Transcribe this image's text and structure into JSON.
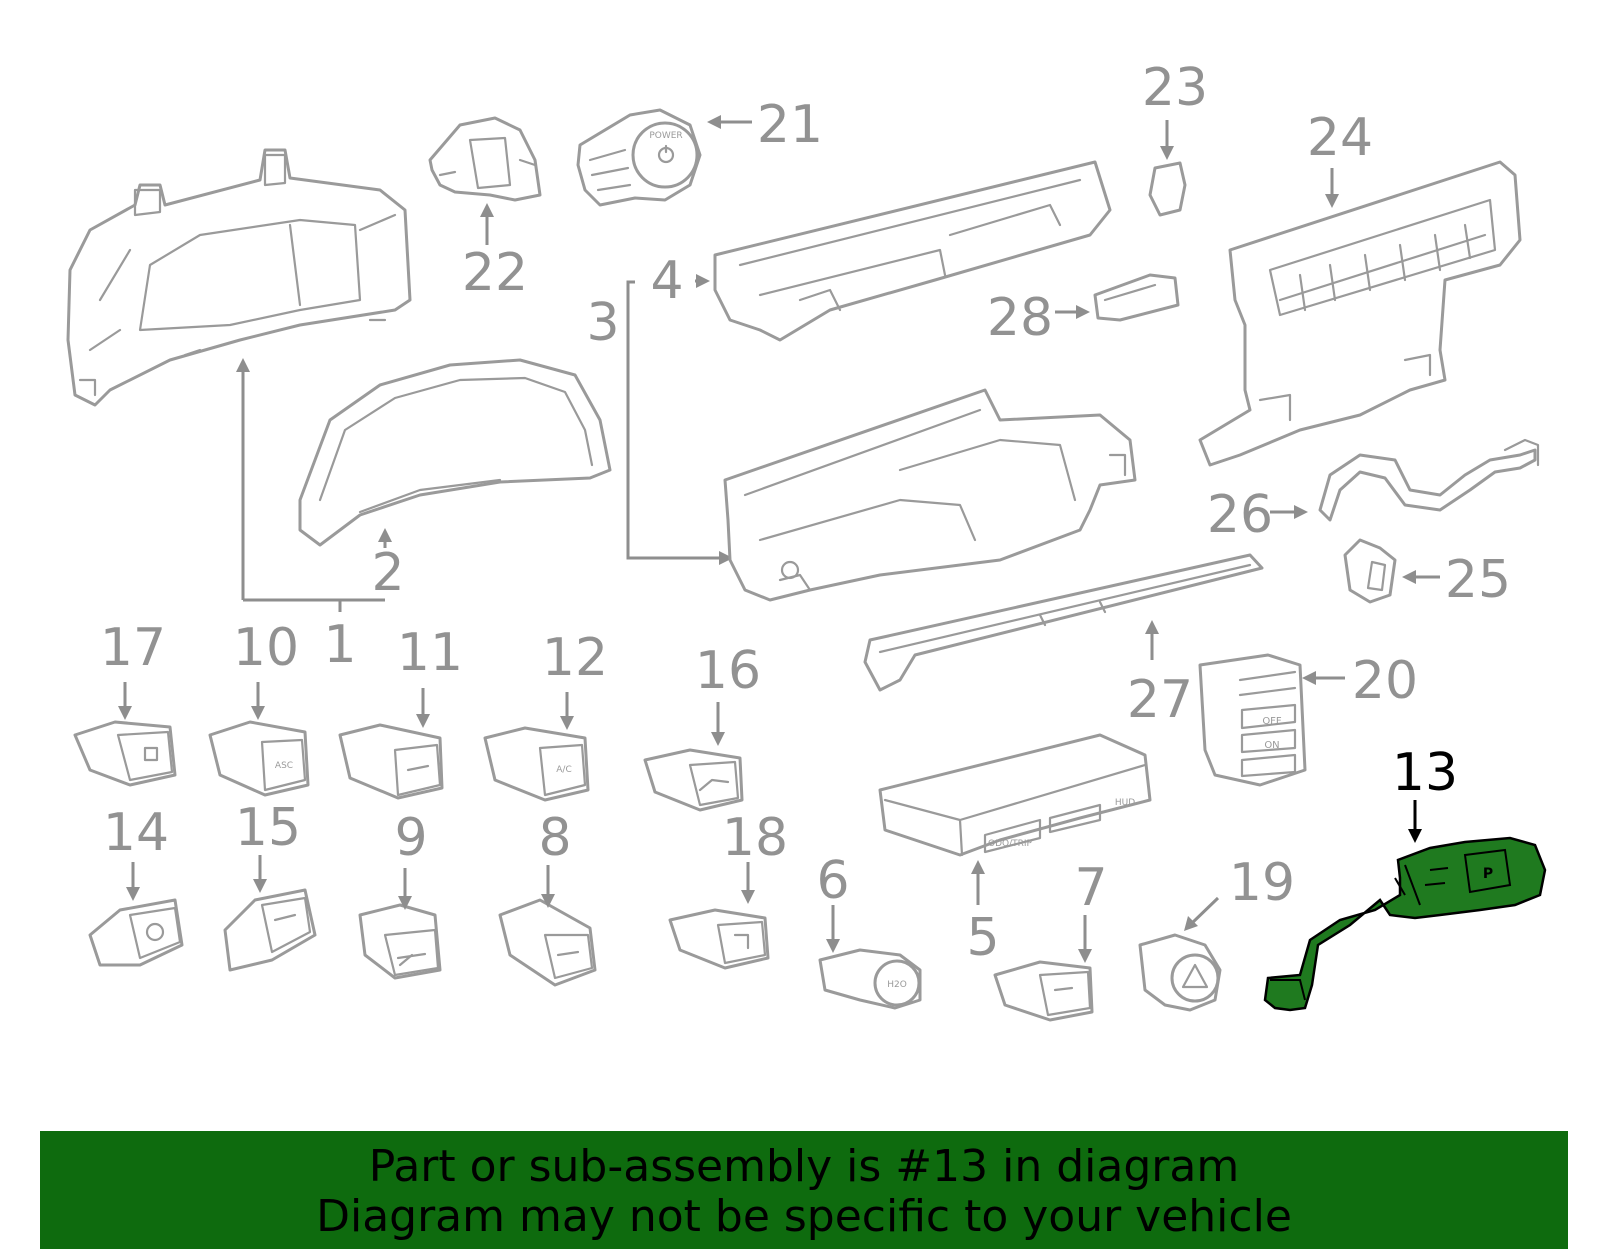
{
  "diagram": {
    "highlighted_part": "13",
    "highlight_color": "#1f7a1f",
    "line_color": "#9a9a9a",
    "callouts": {
      "c1": "1",
      "c2": "2",
      "c3": "3",
      "c4": "4",
      "c5": "5",
      "c6": "6",
      "c7": "7",
      "c8": "8",
      "c9": "9",
      "c10": "10",
      "c11": "11",
      "c12": "12",
      "c13": "13",
      "c14": "14",
      "c15": "15",
      "c16": "16",
      "c17": "17",
      "c18": "18",
      "c19": "19",
      "c20": "20",
      "c21": "21",
      "c22": "22",
      "c23": "23",
      "c24": "24",
      "c25": "25",
      "c26": "26",
      "c27": "27",
      "c28": "28"
    },
    "part_text": {
      "power_label": "POWER",
      "asc_label": "ASC",
      "ac_label": "A/C",
      "h2o_label": "H2O",
      "odo_trip_label": "ODO/TRIP",
      "hud_label": "HUD",
      "off_label": "OFF",
      "on_label": "ON",
      "p_label": "P"
    }
  },
  "banner": {
    "color": "#0e6b0e",
    "line1": "Part or sub-assembly is #13 in diagram",
    "line2": "Diagram may not be specific to your vehicle"
  }
}
